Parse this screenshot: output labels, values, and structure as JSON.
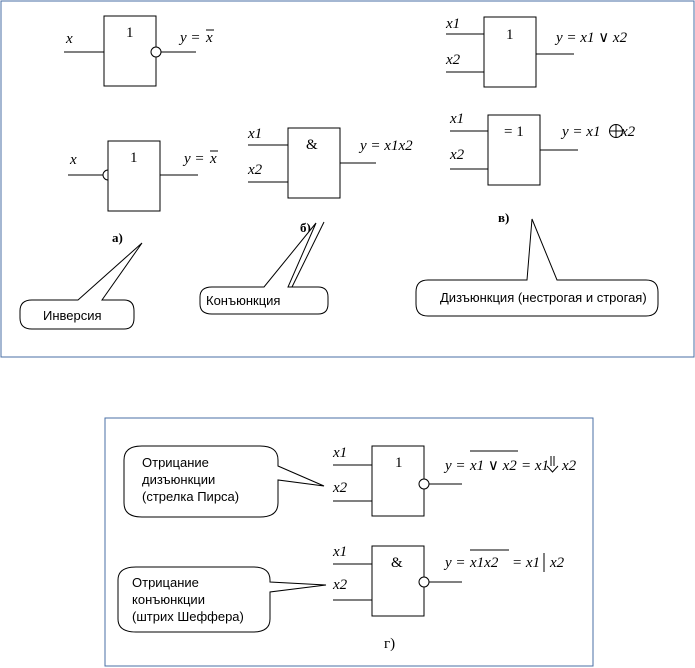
{
  "top_panel": {
    "inversion_top": {
      "input": "x",
      "gate": "1",
      "output_prefix": "y =",
      "output_var": "x"
    },
    "inversion_bottom": {
      "input": "x",
      "gate": "1",
      "output_prefix": "y =",
      "output_var": "x"
    },
    "conjunction": {
      "in1": "x1",
      "in2": "x2",
      "gate": "&",
      "output": "y = x1x2"
    },
    "disjunction": {
      "in1": "x1",
      "in2": "x2",
      "gate": "1",
      "output": "y = x1 ∨ x2"
    },
    "xor": {
      "in1": "x1",
      "in2": "x2",
      "gate": "= 1",
      "output_a": "y = x1",
      "output_b": "x2"
    },
    "captions": {
      "a": "а)",
      "b": "б)",
      "c": "в)"
    },
    "callouts": {
      "inversion": "Инверсия",
      "conjunction": "Конъюнкция",
      "disjunction": "Дизъюнкция (нестрогая и строгая)"
    }
  },
  "bottom_panel": {
    "nor": {
      "in1": "x1",
      "in2": "x2",
      "gate": "1",
      "output_prefix": "y =",
      "output_over": "x1 ∨ x2",
      "output_suffix": "= x1",
      "output_end": "x2"
    },
    "nand": {
      "in1": "x1",
      "in2": "x2",
      "gate": "&",
      "output_prefix": "y =",
      "output_over": "x1x2",
      "output_suffix": "= x1",
      "output_end": "x2"
    },
    "callouts": {
      "nor_line1": "Отрицание",
      "nor_line2": "дизъюнкции",
      "nor_line3": "(стрелка Пирса)",
      "nand_line1": "Отрицание",
      "nand_line2": "конъюнкции",
      "nand_line3": "(штрих Шеффера)"
    },
    "caption": "г)"
  }
}
